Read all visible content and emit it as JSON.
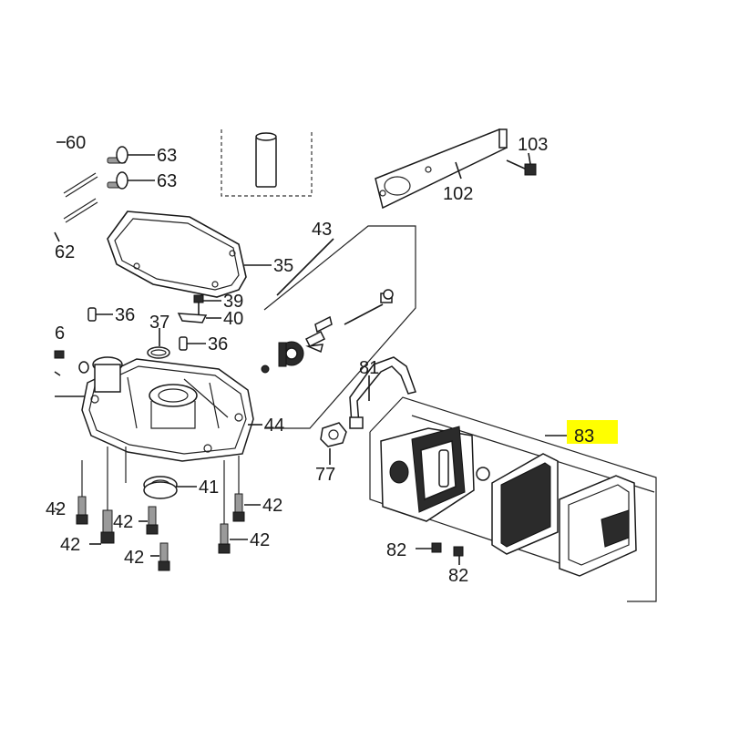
{
  "labels": {
    "p60": "60",
    "p63a": "63",
    "p63b": "63",
    "p62": "62",
    "p35": "35",
    "p36a": "36",
    "p36b": "36",
    "p37": "37",
    "p39": "39",
    "p40": "40",
    "p6": "6",
    "p44": "44",
    "p43": "43",
    "p41": "41",
    "p42a": "42",
    "p42b": "42",
    "p42c": "42",
    "p42d": "42",
    "p42e": "42",
    "p42f": "42",
    "p102": "102",
    "p103": "103",
    "p81": "81",
    "p77": "77",
    "p82a": "82",
    "p82b": "82",
    "p83": "83"
  },
  "highlight": {
    "part": "83",
    "color": "#ffff00"
  },
  "colors": {
    "ink": "#1a1a1a",
    "background": "#ffffff",
    "highlight": "#ffff00"
  }
}
